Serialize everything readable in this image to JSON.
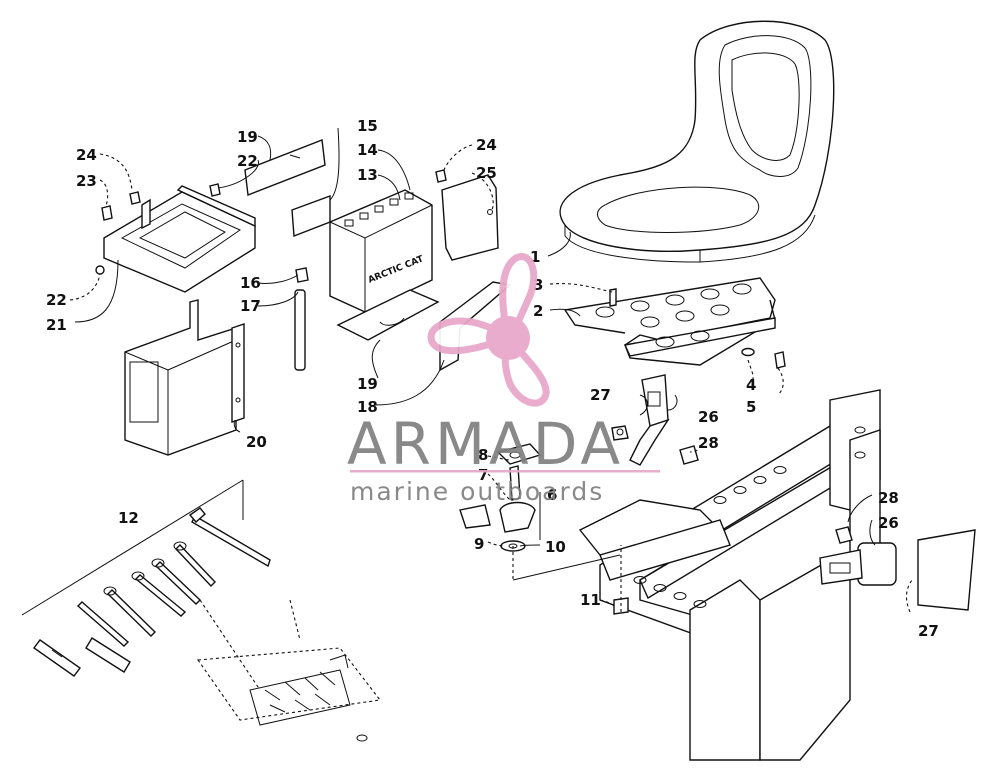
{
  "watermark": {
    "title": "ARMADA",
    "subtitle": "marine outboards",
    "accent_color": "#e8a6c8",
    "text_color": "#7f7f7f"
  },
  "callouts": {
    "c1": "1",
    "c2": "2",
    "c3": "3",
    "c4": "4",
    "c5": "5",
    "c6": "6",
    "c7": "7",
    "c8": "8",
    "c9": "9",
    "c10": "10",
    "c11": "11",
    "c12": "12",
    "c13": "13",
    "c14": "14",
    "c15": "15",
    "c16": "16",
    "c17": "17",
    "c18": "18",
    "c19a": "19",
    "c19b": "19",
    "c20": "20",
    "c21": "21",
    "c22a": "22",
    "c22b": "22",
    "c23": "23",
    "c24a": "24",
    "c24b": "24",
    "c25": "25",
    "c26a": "26",
    "c26b": "26",
    "c27a": "27",
    "c27b": "27",
    "c28a": "28",
    "c28b": "28"
  },
  "battery_label": "ARCTIC CAT"
}
